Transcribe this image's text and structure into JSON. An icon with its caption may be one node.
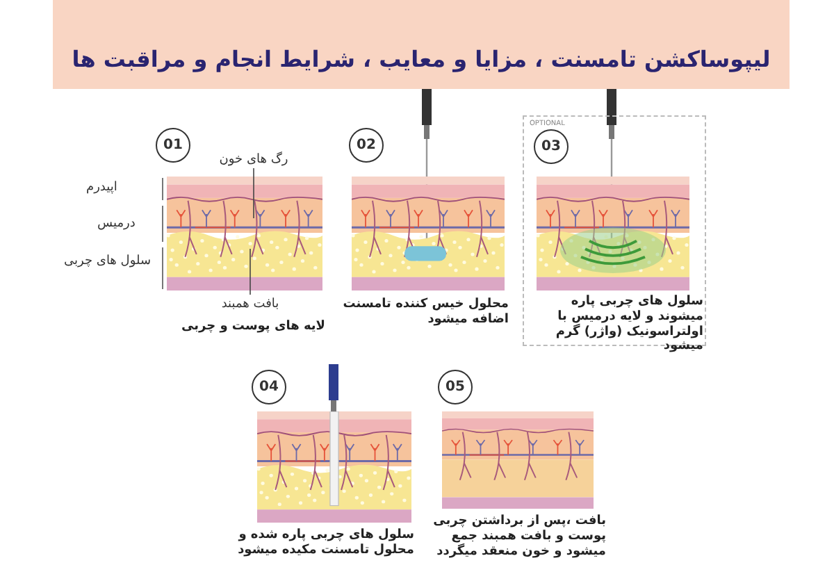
{
  "diagram": {
    "title": "لیپوساکشن تامسنت ، مزایا و معایب ، شرایط انجام و مراقبت ها",
    "nodes": [
      {
        "text": [
          "01"
        ]
      },
      {
        "text": [],
        "shape": "picture"
      },
      {
        "text": [
          "رگ های خون"
        ]
      },
      {
        "text": [
          "بافت همبند"
        ]
      },
      {
        "text": [
          "02"
        ]
      },
      {
        "text": [
          "OPTIONAL"
        ]
      },
      {
        "text": [
          "03"
        ],
        "in": 5
      },
      {
        "text": [
          "04"
        ]
      },
      {
        "text": [
          "05"
        ]
      }
    ],
    "edges": [
      {
        "from": 2,
        "to": 1,
        "arrow": "none"
      },
      {
        "from": 3,
        "to": 1,
        "arrow": "none"
      }
    ],
    "labels": [
      "اپیدرم",
      "درمیس",
      "سلول های چربی",
      "لایه های پوست و چربی",
      "محلول خیس کننده تامسنت اضافه میشود",
      "سلول های چربی پاره میشوند و لایه درمیس با اولتراسونیک (واژر) گرم میشود",
      "سلول های چربی پاره شده و محلول تامسنت مکیده میشود",
      "بافت ،پس از برداشتن چربی پوست و بافت همبند جمع میشود و خون منعقد میگردد"
    ]
  }
}
